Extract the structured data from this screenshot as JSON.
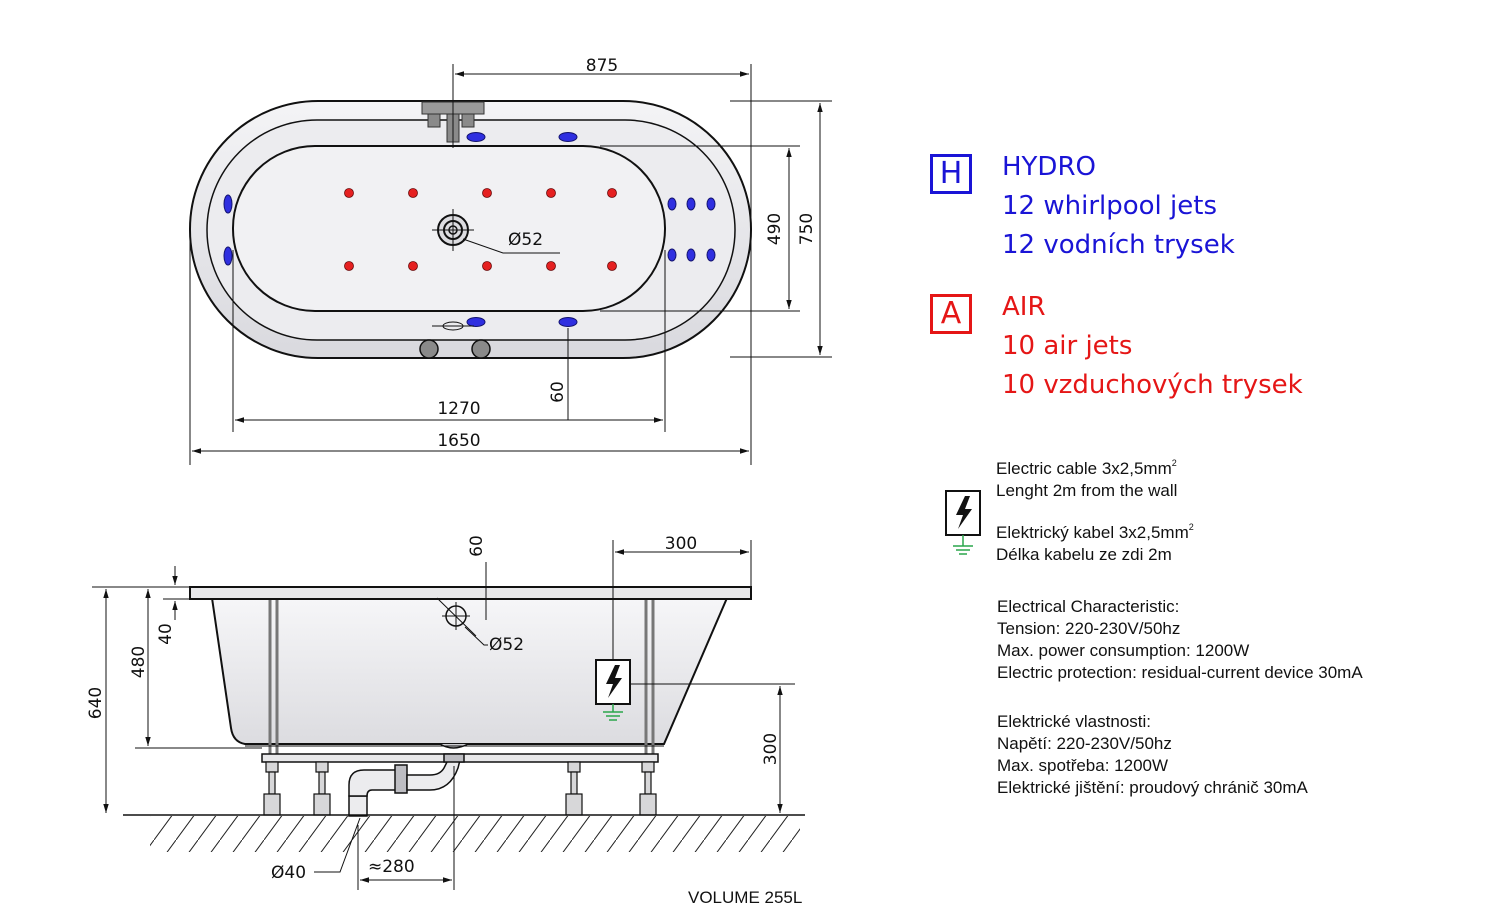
{
  "top_view": {
    "dims": {
      "width_top": "875",
      "inner_width": "490",
      "outer_width": "750",
      "drain_dia": "Ø52",
      "jet_offset": "60",
      "inner_length": "1270",
      "outer_length": "1650"
    }
  },
  "side_view": {
    "dims": {
      "top_offset": "60",
      "jet_dist": "300",
      "rim": "40",
      "depth": "480",
      "total_height": "640",
      "jet_dia": "Ø52",
      "socket_height": "300",
      "pipe_dia": "Ø40",
      "drain_dist": "≈280"
    }
  },
  "legend": {
    "hydro": {
      "letter": "H",
      "title": "HYDRO",
      "line1": "12 whirlpool jets",
      "line2": "12 vodních trysek",
      "color": "#1a14d6"
    },
    "air": {
      "letter": "A",
      "title": "AIR",
      "line1": "10 air jets",
      "line2": "10 vzduchových trysek",
      "color": "#e51616"
    }
  },
  "electric": {
    "cable_en": "Electric cable 3x2,5mm",
    "sup": "2",
    "length_en": "Lenght 2m from the wall",
    "cable_cz": "Elektrický kabel 3x2,5mm",
    "length_cz": "Délka kabelu ze zdi 2m",
    "char_title_en": "Electrical Characteristic:",
    "tension_en": "Tension: 220-230V/50hz",
    "power_en": "Max. power consumption: 1200W",
    "protection_en": "Electric protection: residual-current device 30mA",
    "char_title_cz": "Elektrické vlastnosti:",
    "tension_cz": "Napětí: 220-230V/50hz",
    "power_cz": "Max. spotřeba: 1200W",
    "protection_cz": "Elektrické jištění: proudový chránič 30mA"
  },
  "volume": "VOLUME 255L"
}
